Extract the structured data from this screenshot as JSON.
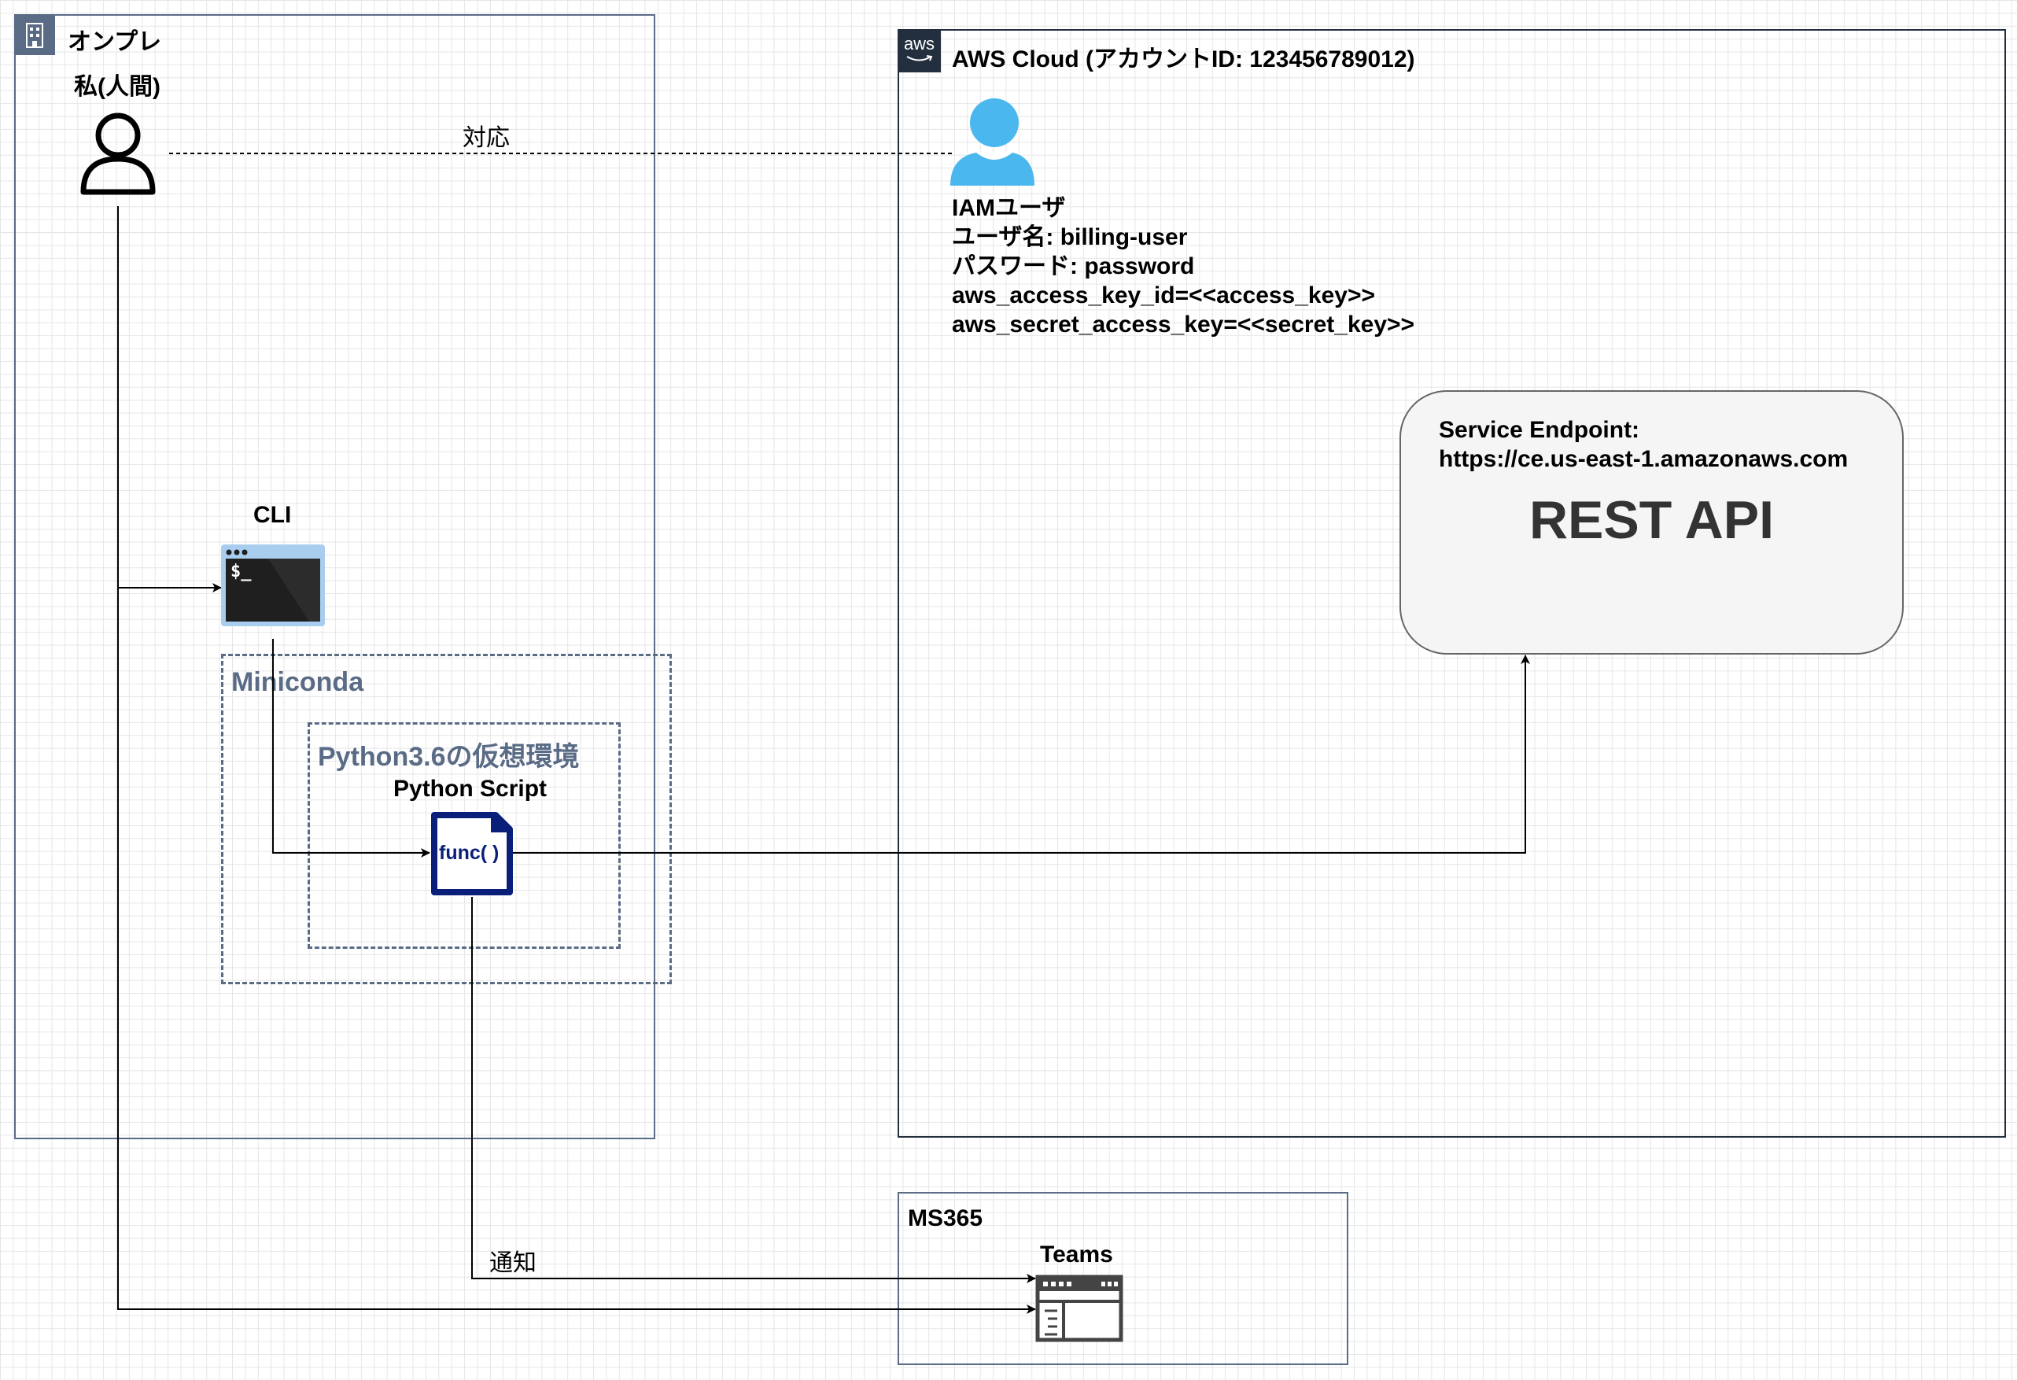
{
  "groups": {
    "onprem": {
      "title": "オンプレ"
    },
    "aws": {
      "title": "AWS Cloud (アカウントID: 123456789012)",
      "icon_word": "aws"
    },
    "ms365": {
      "title": "MS365"
    },
    "miniconda": {
      "title": "Miniconda"
    },
    "venv": {
      "title": "Python3.6の仮想環境"
    }
  },
  "nodes": {
    "human": {
      "label": "私(人間)",
      "icon": "user-outline-icon"
    },
    "cli": {
      "label": "CLI",
      "icon": "terminal-icon",
      "prompt": "$_"
    },
    "script": {
      "label": "Python Script",
      "icon": "python-script-icon",
      "func": "func( )"
    },
    "iam_user": {
      "icon": "iam-user-icon",
      "lines": [
        "IAMユーザ",
        "ユーザ名: billing-user",
        "パスワード: password",
        "aws_access_key_id=<<access_key>>",
        "aws_secret_access_key=<<secret_key>>"
      ]
    },
    "endpoint": {
      "line1": "Service Endpoint:",
      "line2": "https://ce.us-east-1.amazonaws.com",
      "title": "REST API"
    },
    "teams": {
      "label": "Teams",
      "icon": "teams-window-icon"
    }
  },
  "edges": {
    "human_iam": "対応",
    "script_teams": "通知"
  },
  "colors": {
    "group_border": "#5a6b86",
    "aws_border": "#232f3e",
    "iam_blue": "#4ab8ef",
    "script_navy": "#0a1f7a"
  }
}
